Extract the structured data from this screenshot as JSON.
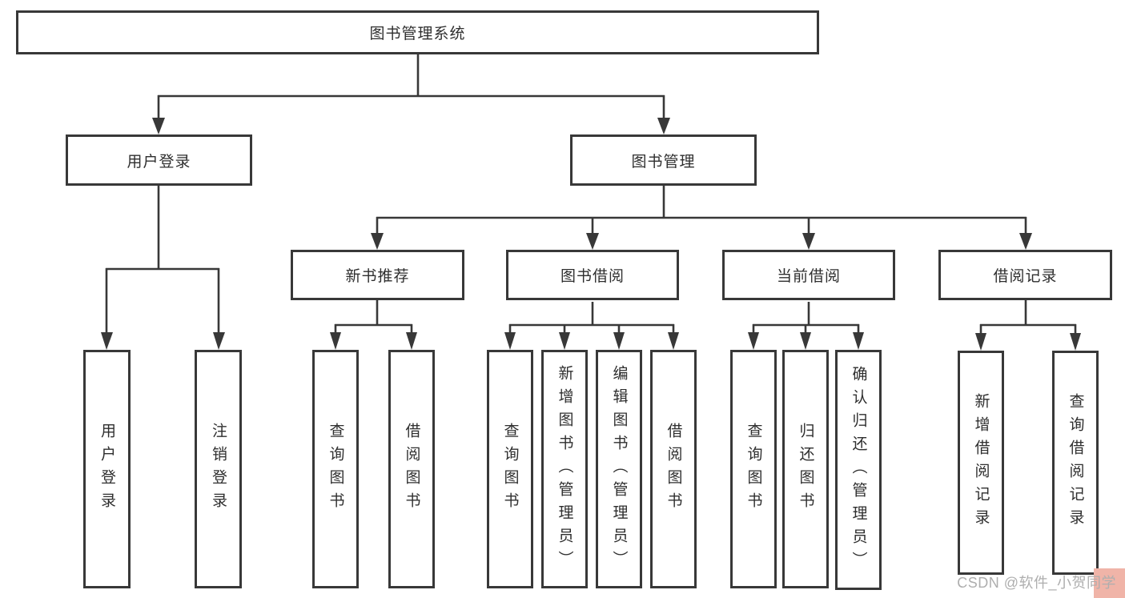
{
  "tree": {
    "root": "图书管理系统",
    "level2": {
      "user_login": "用户登录",
      "book_mgmt": "图书管理"
    },
    "level3": {
      "new_books": "新书推荐",
      "book_borrow": "图书借阅",
      "current_borrow": "当前借阅",
      "borrow_records": "借阅记录"
    },
    "leaves": {
      "user_login": "用户登录",
      "logout": "注销登录",
      "nb_query": "查询图书",
      "nb_borrow": "借阅图书",
      "bb_query": "查询图书",
      "bb_add": "新增图书（管理员）",
      "bb_edit": "编辑图书（管理员）",
      "bb_borrow": "借阅图书",
      "cb_query": "查询图书",
      "cb_return": "归还图书",
      "cb_confirm": "确认归还（管理员）",
      "br_add": "新增借阅记录",
      "br_query": "查询借阅记录"
    }
  },
  "watermark": {
    "text": "CSDN @软件_小贺同学"
  },
  "colors": {
    "line": "#383838",
    "box_border": "#383838",
    "text": "#2e2e2e",
    "watermark_text": "#aeaeae",
    "watermark_highlight": "#f0b4a8"
  }
}
